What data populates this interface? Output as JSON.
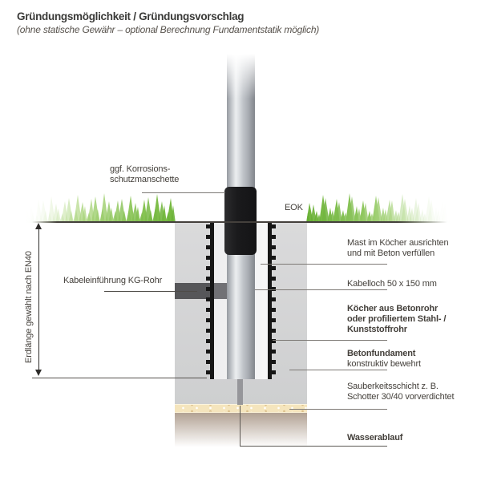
{
  "header": {
    "title": "Gründungsmöglichkeit / Gründungsvorschlag",
    "subtitle": "(ohne statische Gewähr – optional Berechnung Fundamentstatik möglich)"
  },
  "diagram": {
    "eok": "EOK",
    "dimension_label": "Erdlänge gewählt nach EN40",
    "korrosion_line1": "ggf. Korrosions-",
    "korrosion_line2": "schutzmanschette",
    "kabeleinfuehrung": "Kabeleinführung KG-Rohr",
    "mast_line1": "Mast im Köcher ausrichten",
    "mast_line2": "und mit Beton verfüllen",
    "kabelloch": "Kabelloch 50 x 150 mm",
    "koecher_line1": "Köcher aus Betonrohr",
    "koecher_line2": "oder profiliertem Stahl- /",
    "koecher_line3": "Kunststoffrohr",
    "betonfundament_line1": "Betonfundament",
    "betonfundament_line2": "konstruktiv bewehrt",
    "sauberkeit_line1": "Sauberkeitsschicht z. B.",
    "sauberkeit_line2": "Schotter 30/40 vorverdichtet",
    "wasserablauf": "Wasserablauf",
    "colors": {
      "grass_green": "#7cbd44",
      "soil_brown": "#97806d",
      "concrete_gray": "#d4d4d5",
      "socket_tube_black": "#161616",
      "sleeve_black": "#1a1a1c",
      "mast_silver": "#c0c4c9",
      "gravel_cream": "#f5e5bd",
      "pipe_gray": "#565659"
    }
  }
}
